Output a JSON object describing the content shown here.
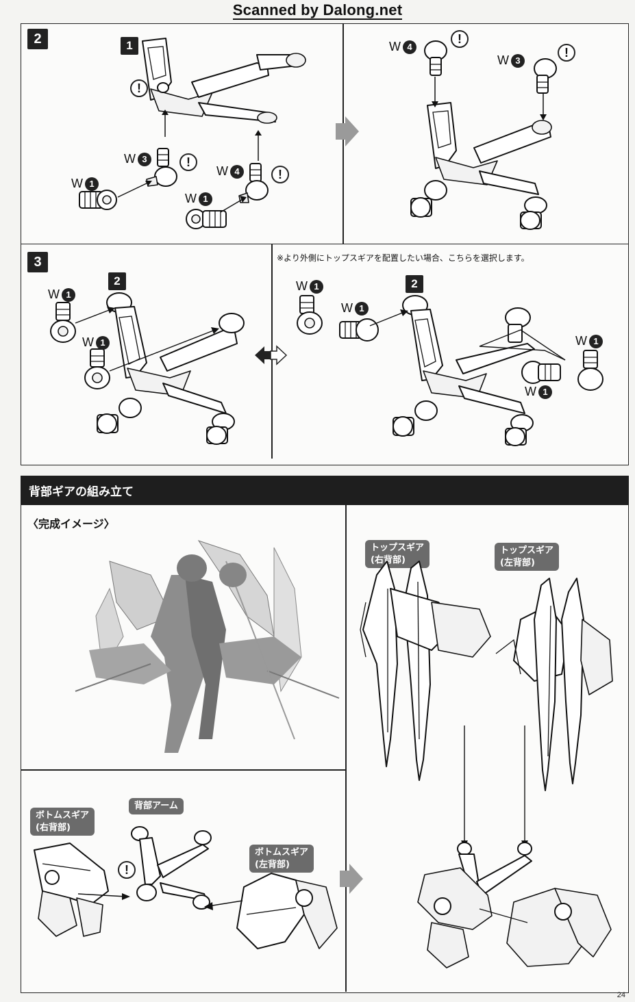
{
  "watermark": "Scanned by Dalong.net",
  "step2": {
    "badge": "2",
    "subassembly_badge": "1",
    "labels_left": {
      "w1a": "W",
      "w1a_num": "1",
      "w3": "W",
      "w3_num": "3",
      "w4": "W",
      "w4_num": "4",
      "w1b": "W",
      "w1b_num": "1"
    },
    "labels_right": {
      "w4": "W",
      "w4_num": "4",
      "w3": "W",
      "w3_num": "3"
    },
    "caution": "!"
  },
  "step3": {
    "badge": "3",
    "subassembly_badge": "2",
    "note": "※より外側にトップスギアを配置したい場合、こちらを選択します。",
    "labels_left": {
      "w1a": "W",
      "w1a_num": "1",
      "w1b": "W",
      "w1b_num": "1"
    },
    "labels_right": {
      "w1a": "W",
      "w1a_num": "1",
      "w1b": "W",
      "w1b_num": "1",
      "w1c": "W",
      "w1c_num": "1",
      "w1d": "W",
      "w1d_num": "1"
    }
  },
  "section": {
    "title": "背部ギアの組み立て",
    "image_title": "〈完成イメージ〉",
    "top_gear_right": {
      "line1": "トップスギア",
      "line2": "(右背部)"
    },
    "top_gear_left": {
      "line1": "トップスギア",
      "line2": "(左背部)"
    },
    "bottom_gear_right": {
      "line1": "ボトムスギア",
      "line2": "(右背部)"
    },
    "back_arm": "背部アーム",
    "bottom_gear_left": {
      "line1": "ボトムスギア",
      "line2": "(左背部)"
    },
    "caution": "!"
  },
  "page_number": "24"
}
